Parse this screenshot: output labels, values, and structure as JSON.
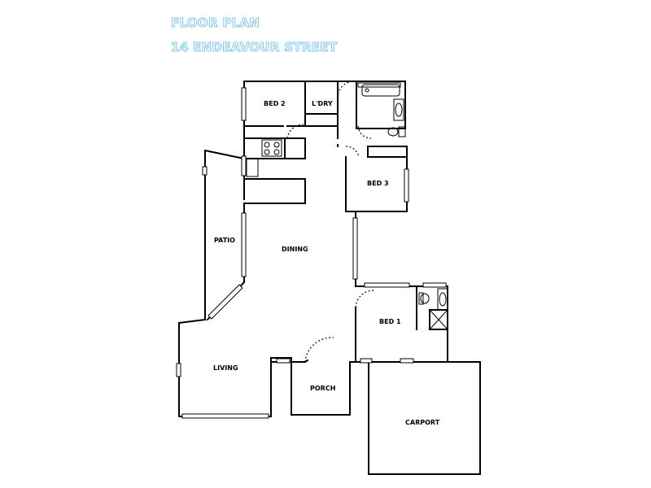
{
  "header": {
    "title": "FLOOR PLAN",
    "address": "14 ENDEAVOUR STREET"
  },
  "rooms": {
    "bed2": "BED 2",
    "laundry": "L'DRY",
    "bed3": "BED 3",
    "patio": "PATIO",
    "dining": "DINING",
    "bed1": "BED 1",
    "living": "LIVING",
    "porch": "PORCH",
    "carport": "CARPORT"
  },
  "colors": {
    "title_outline": "#7ec8ee",
    "walls": "#000000",
    "background": "#ffffff"
  }
}
